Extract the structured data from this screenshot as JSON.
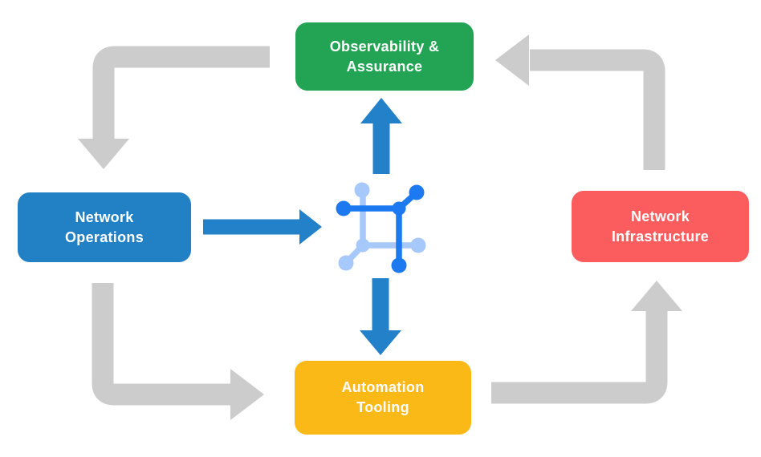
{
  "colors": {
    "background": "#ffffff",
    "node-green": "#23A455",
    "node-blue": "#2280C4",
    "node-red": "#FB5D5E",
    "node-yellow": "#FBB917",
    "arrow-gray": "#CCCCCC",
    "arrow-blue": "#2281C8",
    "icon-dark-blue": "#1C79F0",
    "icon-light-blue": "#A6C8FA"
  },
  "nodes": {
    "observability": {
      "lines": [
        "Observability &",
        "Assurance"
      ],
      "color": "#23A455"
    },
    "operations": {
      "lines": [
        "Network",
        "Operations"
      ],
      "color": "#2280C4"
    },
    "infrastructure": {
      "lines": [
        "Network",
        "Infrastructure"
      ],
      "color": "#FB5D5E"
    },
    "automation": {
      "lines": [
        "Automation",
        "Tooling"
      ],
      "color": "#FBB917"
    }
  },
  "flows": {
    "gray_cycle": [
      {
        "from": "observability",
        "to": "operations"
      },
      {
        "from": "operations",
        "to": "automation"
      },
      {
        "from": "automation",
        "to": "infrastructure"
      },
      {
        "from": "infrastructure",
        "to": "observability"
      }
    ],
    "blue_flows": [
      {
        "from": "operations",
        "to": "center-icon"
      },
      {
        "from": "center-icon",
        "to": "observability"
      },
      {
        "from": "center-icon",
        "to": "automation"
      }
    ]
  },
  "center_icon": "network-automation-nodes"
}
